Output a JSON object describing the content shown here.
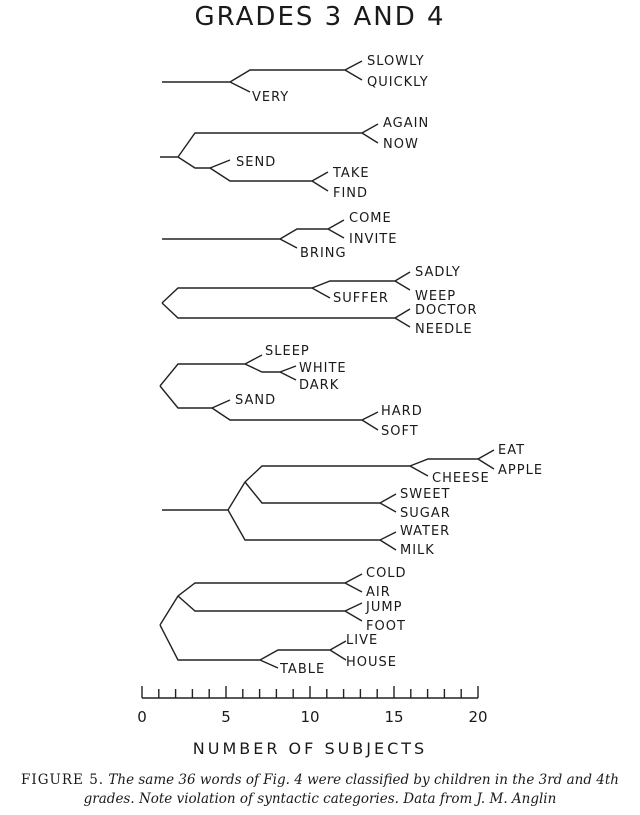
{
  "title": "GRADES 3 AND 4",
  "axis": {
    "label": "NUMBER OF SUBJECTS",
    "min": 0,
    "max": 20,
    "ticks": [
      "0",
      "5",
      "10",
      "15",
      "20"
    ]
  },
  "caption": {
    "label": "FIGURE 5.",
    "text": "The same 36 words of Fig. 4 were classified by children in the 3rd and 4th grades. Note violation of syntactic categories. Data from J. M. Anglin"
  },
  "clusters": [
    {
      "words": [
        "SLOWLY",
        "QUICKLY",
        "VERY"
      ]
    },
    {
      "words": [
        "AGAIN",
        "NOW",
        "SEND",
        "TAKE",
        "FIND"
      ]
    },
    {
      "words": [
        "COME",
        "INVITE",
        "BRING"
      ]
    },
    {
      "words": [
        "SADLY",
        "SUFFER",
        "WEEP",
        "DOCTOR",
        "NEEDLE"
      ]
    },
    {
      "words": [
        "SLEEP",
        "WHITE",
        "DARK",
        "SAND",
        "HARD",
        "SOFT"
      ]
    },
    {
      "words": [
        "EAT",
        "CHEESE",
        "APPLE",
        "SWEET",
        "SUGAR",
        "WATER",
        "MILK"
      ]
    },
    {
      "words": [
        "COLD",
        "AIR",
        "JUMP",
        "FOOT",
        "LIVE",
        "TABLE",
        "HOUSE"
      ]
    }
  ]
}
